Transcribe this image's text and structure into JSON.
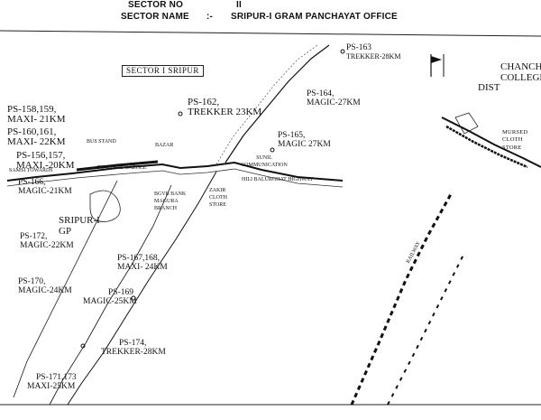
{
  "header": {
    "sector_no_label": "SECTOR NO",
    "sector_no_value": "II",
    "sector_name_label": "SECTOR NAME",
    "sector_name_sep": ":-",
    "sector_name_value": "SRIPUR-I GRAM PANCHAYAT OFFICE"
  },
  "map_title": "SECTOR I SRIPUR",
  "polling_stations": [
    {
      "id": "ps163",
      "line1": "PS-163",
      "line2": "TREKKER-28KM"
    },
    {
      "id": "ps158",
      "line1": "PS-158,159,",
      "line2": "MAXI- 21KM"
    },
    {
      "id": "ps160",
      "line1": "PS-160,161,",
      "line2": "MAXI- 22KM"
    },
    {
      "id": "ps162",
      "line1": "PS-162,",
      "line2": "TREKKER 23KM"
    },
    {
      "id": "ps164",
      "line1": "PS-164,",
      "line2": "MAGIC-27KM"
    },
    {
      "id": "ps165",
      "line1": "PS-165,",
      "line2": "MAGIC 27KM"
    },
    {
      "id": "ps156",
      "line1": "PS-156,157,",
      "line2": "MAXI.-20KM"
    },
    {
      "id": "ps166",
      "line1": "PS-166,",
      "line2": "MAGIC-21KM"
    },
    {
      "id": "ps172",
      "line1": "PS-172,",
      "line2": "MAGIC-22KM"
    },
    {
      "id": "ps167",
      "line1": "PS-167,168,",
      "line2": "MAXI- 24KM"
    },
    {
      "id": "ps170",
      "line1": "PS-170,",
      "line2": "MAGIC-24KM"
    },
    {
      "id": "ps169",
      "line1": "PS-169",
      "line2": "MAGIC-25KM"
    },
    {
      "id": "ps174",
      "line1": "PS-174,",
      "line2": "TREKKER-28KM"
    },
    {
      "id": "ps171",
      "line1": "PS-171,173",
      "line2": "MAXI-25KM"
    }
  ],
  "places": {
    "sripur_gp": "SRIPUR-I GP",
    "chanchal_college": "CHANCHAL COLLEGE",
    "mursed_cloth_store": "MURSED CLOTH STORE",
    "bgvb_bank": "BGVB BANK MAGURA BRANCH",
    "zakir_cloth_store": "ZAKIR CLOTH STORE",
    "sunil_communication": "SUNIL COMMUNICATION",
    "hili_balurghat_highway": "HILI BALURGHAT HIGHWAY",
    "towards_gazole": "TOWARDS GAZOLE",
    "towards_samsi": "SAMSI TOWARDS",
    "bus_stand": "BUS STAND",
    "bazar": "BAZAR",
    "dist_label": "DIST"
  },
  "legend": {
    "railway_label": "RAILWAY"
  }
}
